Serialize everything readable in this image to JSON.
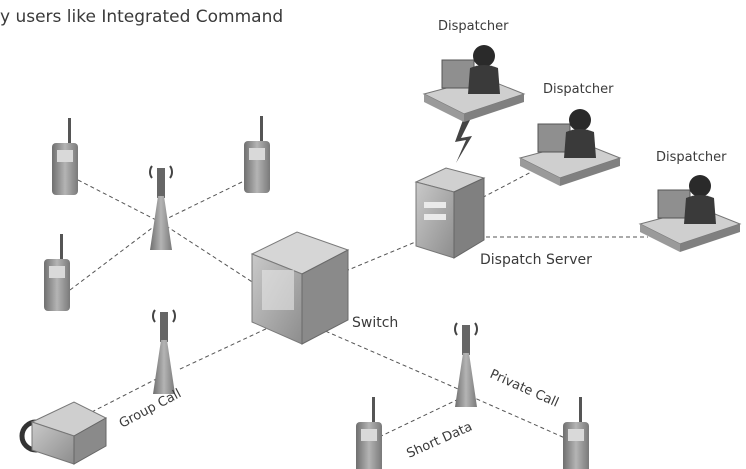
{
  "header": {
    "text": "y users like Integrated Command"
  },
  "dispatchers": [
    {
      "label": "Dispatcher"
    },
    {
      "label": "Dispatcher"
    },
    {
      "label": "Dispatcher"
    }
  ],
  "labels": {
    "dispatch_server": "Dispatch Server",
    "switch": "Switch",
    "group_call": "Group Call",
    "private_call": "Private Call",
    "short_data": "Short Data"
  },
  "icons": {
    "radio": "handheld-radio-icon",
    "tower": "base-station-tower-icon",
    "switch": "switch-box-icon",
    "server": "server-tower-icon",
    "console": "dispatcher-console-icon",
    "vehicle": "vehicle-radio-icon",
    "link": "lightning-link-icon"
  },
  "colors": {
    "device_gray": "#9b9b9b",
    "device_dark": "#5a5a5a",
    "connector": "#555555",
    "text": "#3a3a3a"
  }
}
